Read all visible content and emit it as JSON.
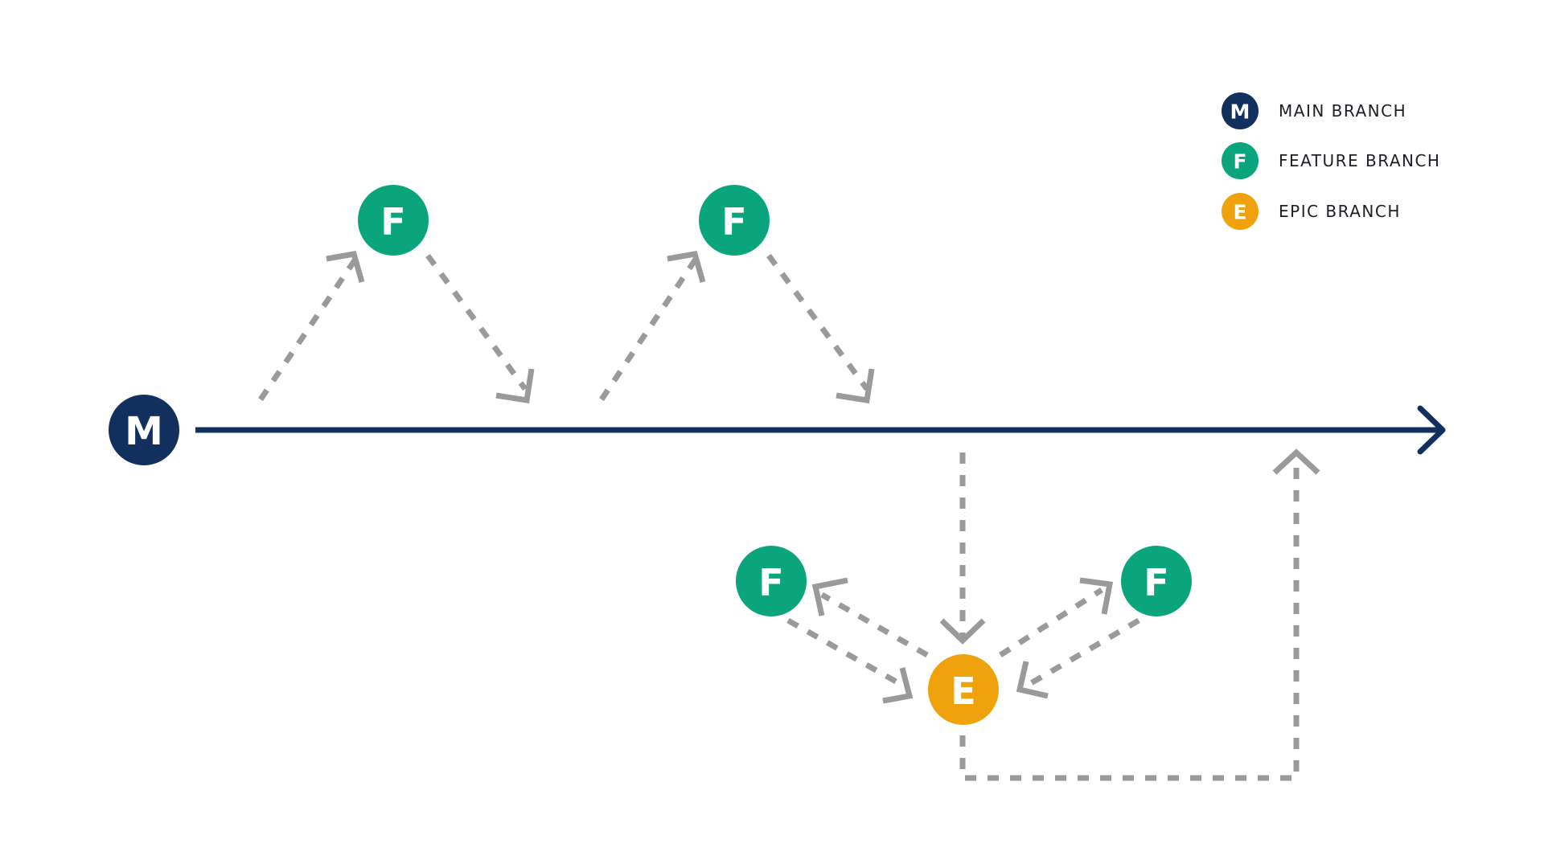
{
  "colors": {
    "main": "#12305e",
    "feature": "#0aa57c",
    "epic": "#f0a20c",
    "connector": "#9a9a9a"
  },
  "nodes": {
    "main": "M",
    "feature": "F",
    "epic": "E"
  },
  "legend": {
    "items": [
      {
        "letter": "M",
        "label": "MAIN BRANCH",
        "color": "#12305e"
      },
      {
        "letter": "F",
        "label": "FEATURE BRANCH",
        "color": "#0aa57c"
      },
      {
        "letter": "E",
        "label": "EPIC BRANCH",
        "color": "#f0a20c"
      }
    ]
  }
}
